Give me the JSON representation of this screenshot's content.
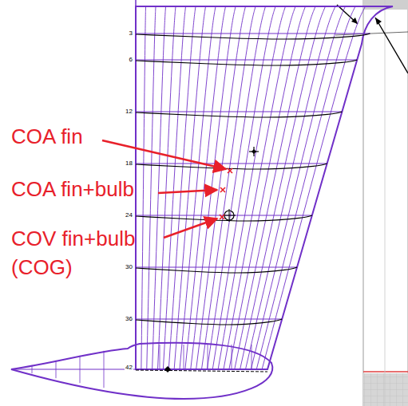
{
  "diagram": {
    "labels": [
      "COA fin",
      "COA fin+bulb",
      "COV fin+bulb (COG)",
      "3",
      "6",
      "12",
      "18",
      "24",
      "30",
      "36",
      "42"
    ]
  }
}
